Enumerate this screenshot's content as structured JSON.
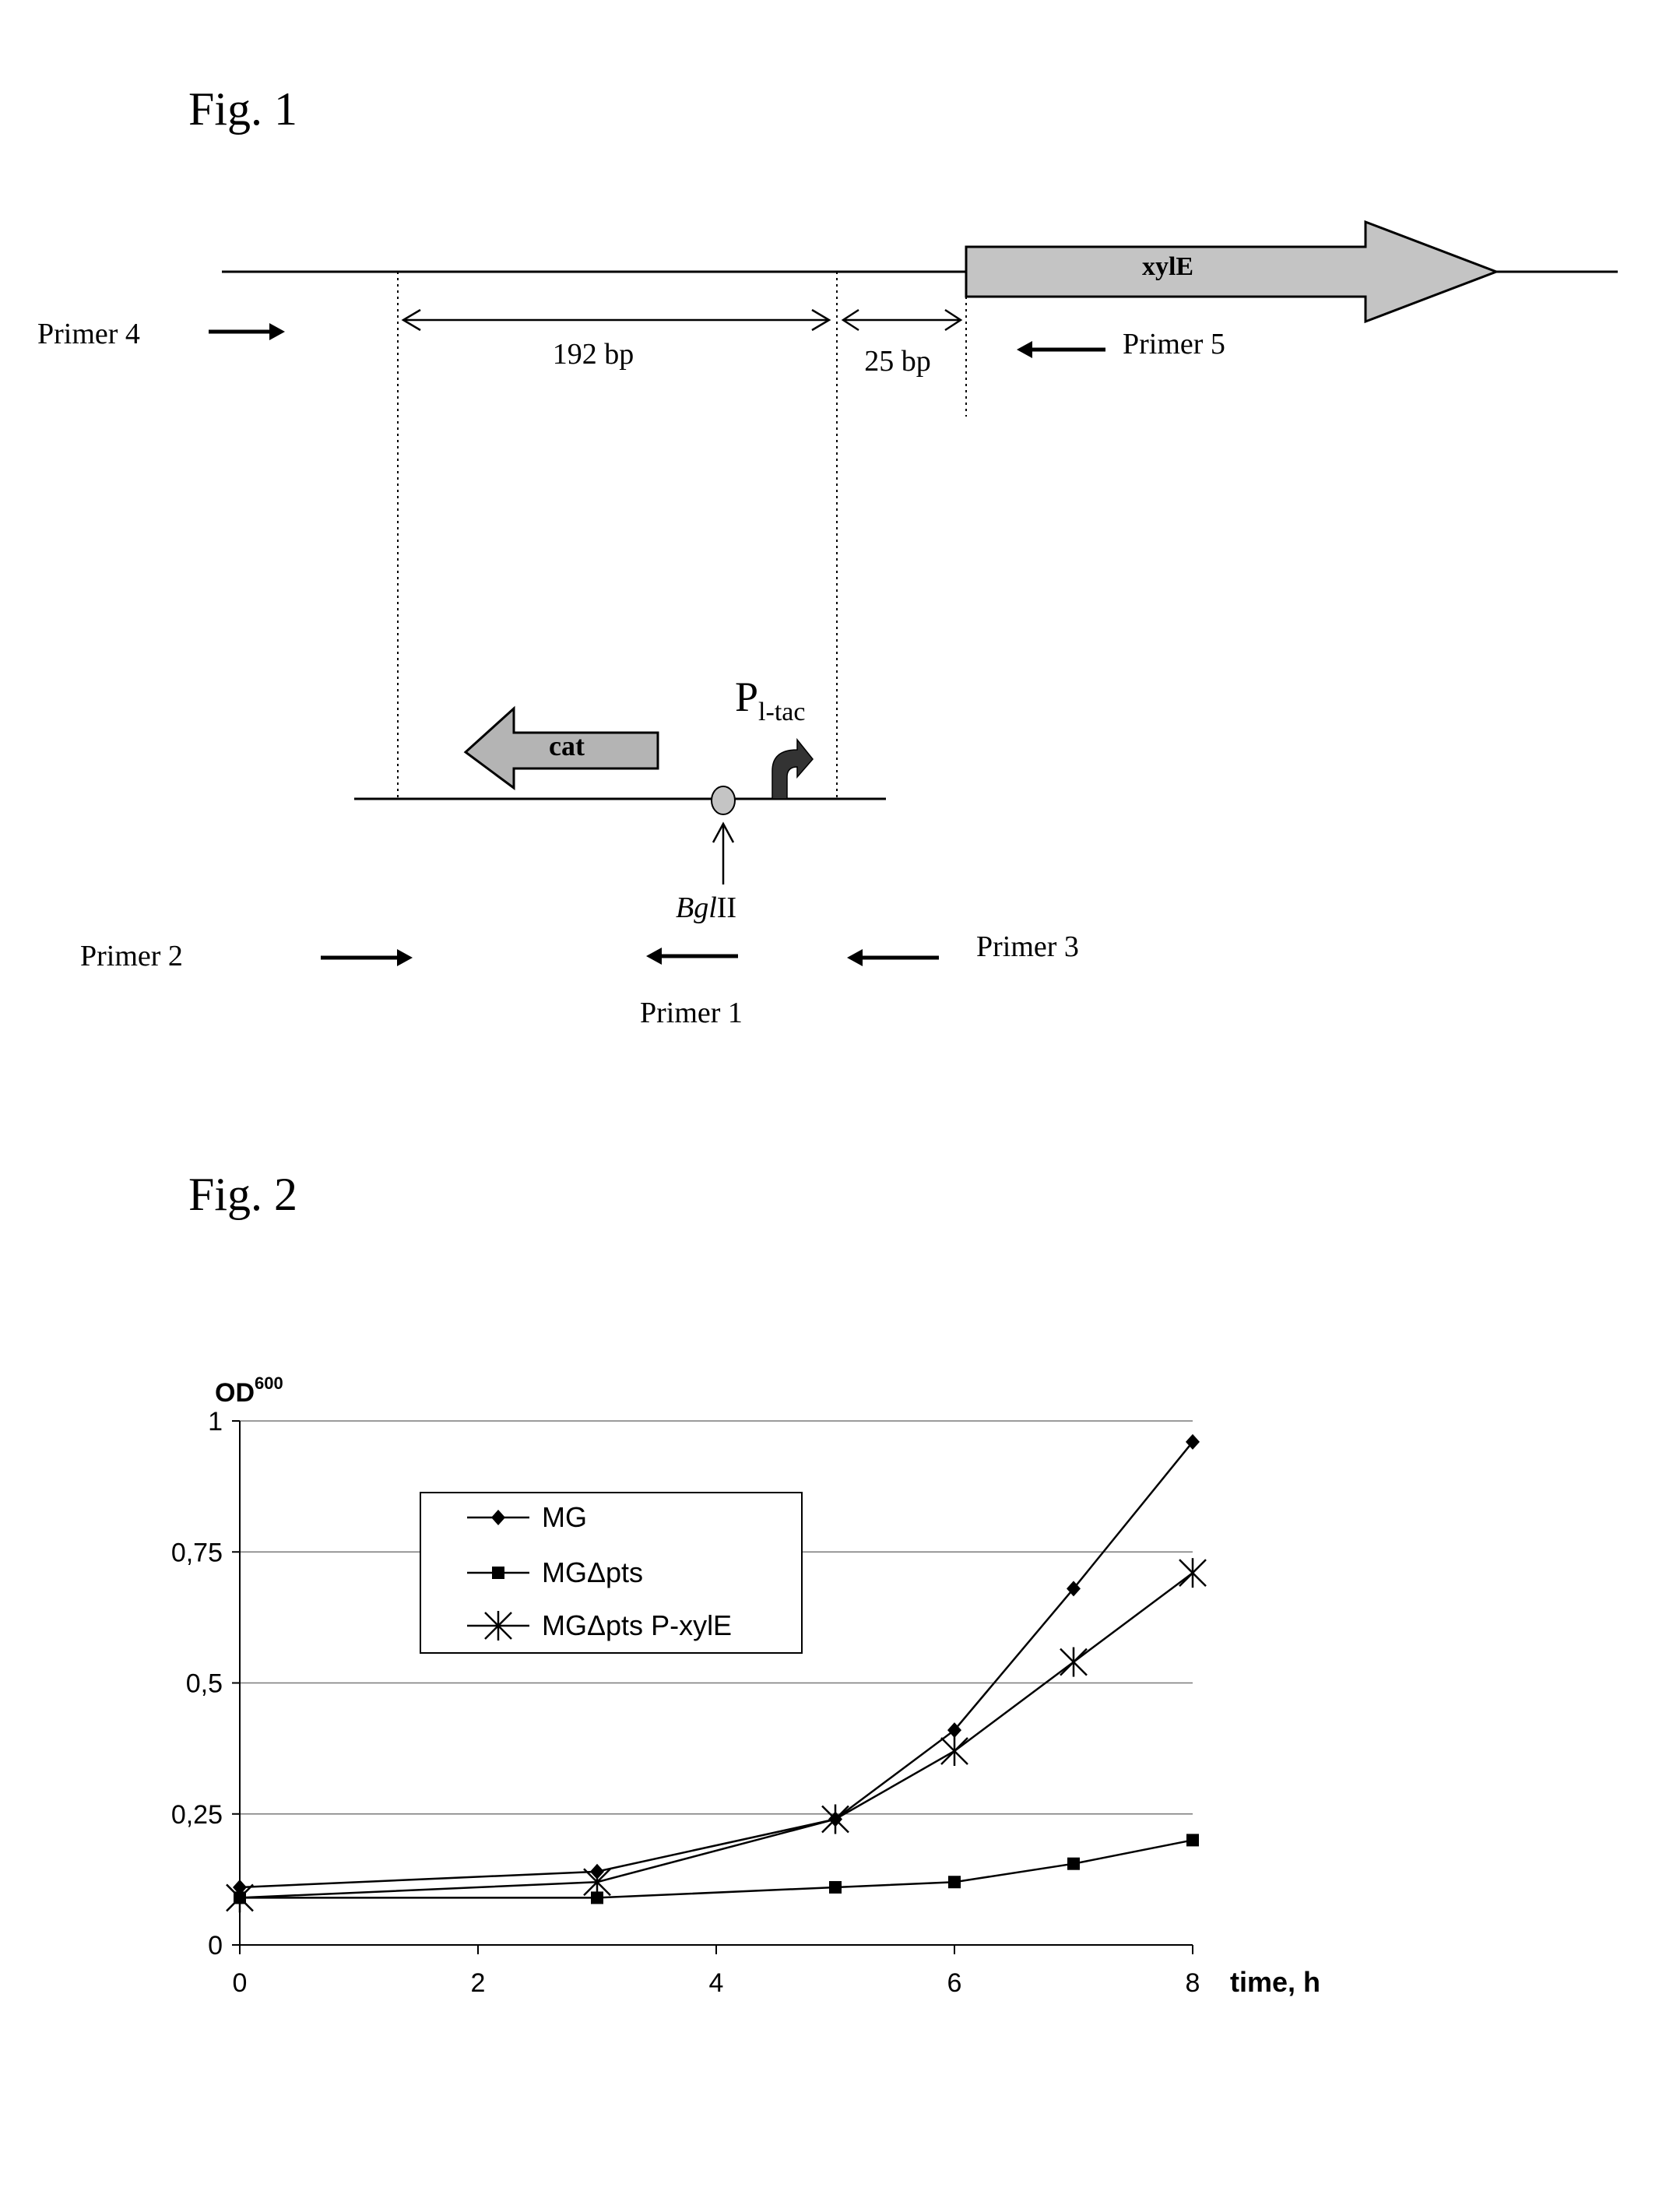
{
  "fig1": {
    "title": "Fig. 1",
    "gene_label": "xylE",
    "cat_label": "cat",
    "promoter_label_main": "P",
    "promoter_label_sub": "l-tac",
    "site_label_italic": "Bgl",
    "site_label_rest": "II",
    "distance_left": "192 bp",
    "distance_right": "25 bp",
    "primers": {
      "p1": "Primer 1",
      "p2": "Primer 2",
      "p3": "Primer 3",
      "p4": "Primer 4",
      "p5": "Primer 5"
    },
    "colors": {
      "gene_fill": "#c4c4c4",
      "cat_fill": "#b4b4b4",
      "bglII_fill": "#c4c4c4",
      "promoter_arrow": "#333333"
    }
  },
  "fig2": {
    "title": "Fig. 2",
    "ylabel_main": "OD",
    "ylabel_sup": "600",
    "xlabel": "time, h",
    "chart_data": {
      "type": "line",
      "title": "",
      "xlabel": "time, h",
      "ylabel": "OD600",
      "xlim": [
        0,
        8
      ],
      "ylim": [
        0,
        1
      ],
      "xticks": [
        0,
        2,
        4,
        6,
        8
      ],
      "xtick_labels": [
        "0",
        "2",
        "4",
        "6",
        "8"
      ],
      "yticks": [
        0,
        0.25,
        0.5,
        0.75,
        1
      ],
      "ytick_labels": [
        "0",
        "0,25",
        "0,5",
        "0,75",
        "1"
      ],
      "grid": "horizontal",
      "legend_position": "upper-left",
      "series": [
        {
          "name": "MG",
          "marker": "diamond",
          "x": [
            0,
            3,
            5,
            6,
            7,
            8
          ],
          "y": [
            0.11,
            0.14,
            0.24,
            0.41,
            0.68,
            0.96
          ]
        },
        {
          "name": "MGΔpts",
          "marker": "square",
          "x": [
            0,
            3,
            5,
            6,
            7,
            8
          ],
          "y": [
            0.09,
            0.09,
            0.11,
            0.12,
            0.155,
            0.2
          ]
        },
        {
          "name": "MGΔpts P-xylE",
          "marker": "asterisk",
          "x": [
            0,
            3,
            5,
            6,
            7,
            8
          ],
          "y": [
            0.09,
            0.12,
            0.24,
            0.37,
            0.54,
            0.71
          ]
        }
      ]
    }
  }
}
